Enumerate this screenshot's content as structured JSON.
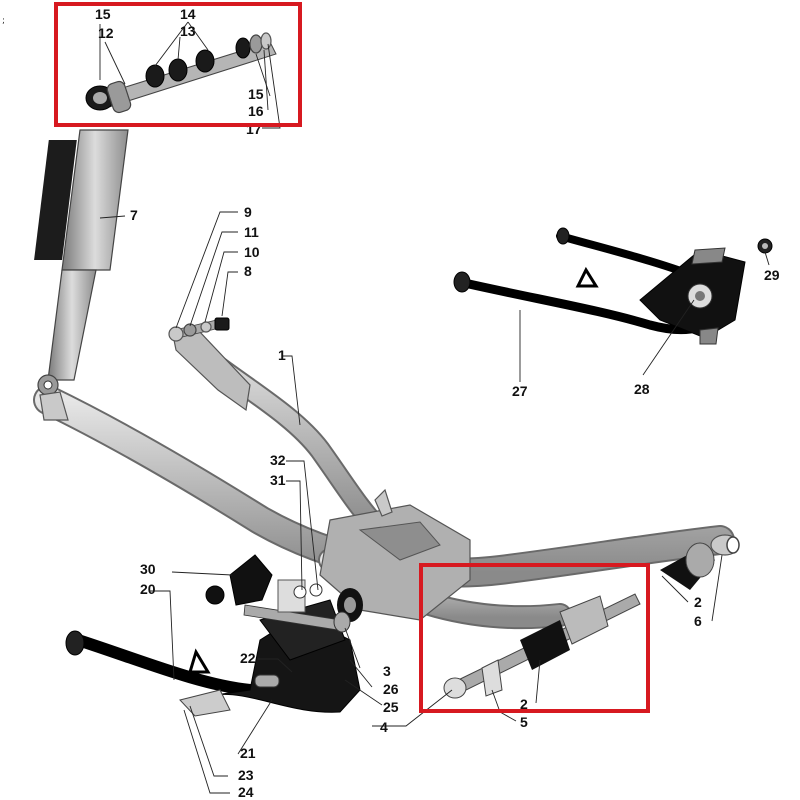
{
  "corner_mark": ";",
  "highlight_color": "#d71920",
  "part_labels": {
    "p1": "1",
    "p2a": "2",
    "p2b": "2",
    "p3": "3",
    "p4": "4",
    "p5": "5",
    "p6": "6",
    "p7": "7",
    "p8": "8",
    "p9": "9",
    "p10": "10",
    "p11": "11",
    "p12": "12",
    "p13": "13",
    "p14": "14",
    "p15a": "15",
    "p15b": "15",
    "p16": "16",
    "p17": "17",
    "p20": "20",
    "p21": "21",
    "p22": "22",
    "p23": "23",
    "p24": "24",
    "p25": "25",
    "p26": "26",
    "p27": "27",
    "p28": "28",
    "p29": "29",
    "p30": "30",
    "p31": "31",
    "p32": "32"
  }
}
